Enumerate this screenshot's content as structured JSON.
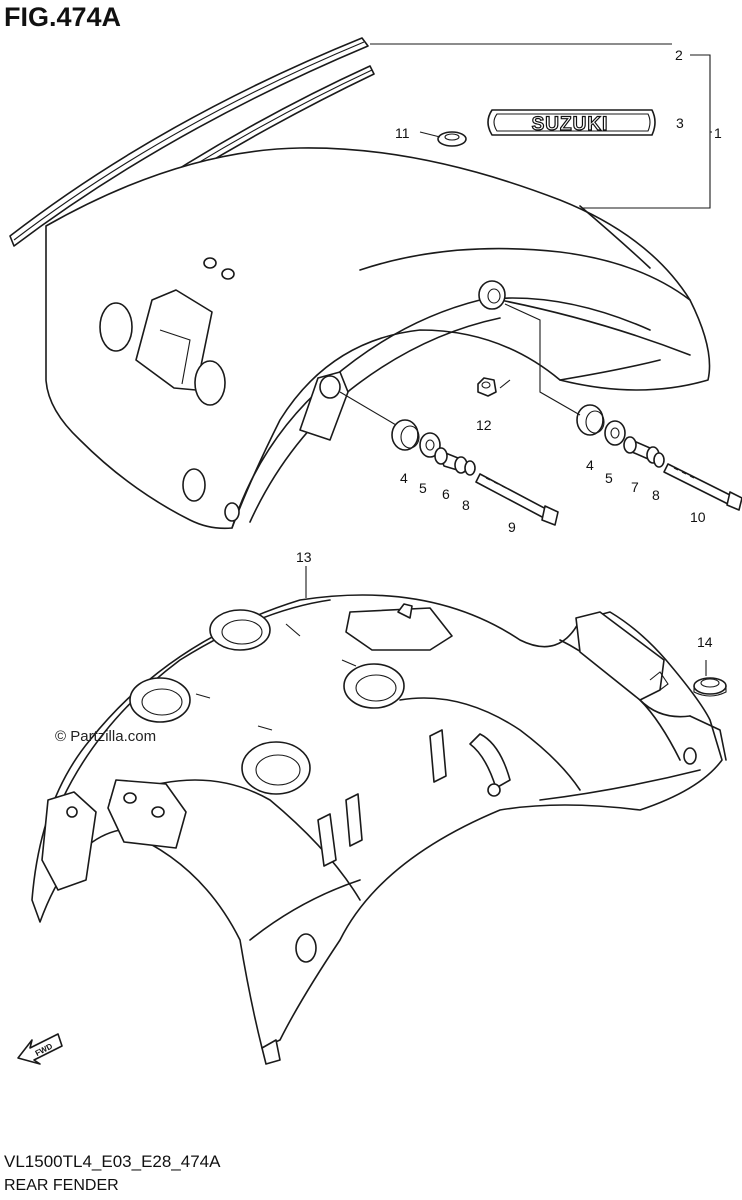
{
  "figure": {
    "title": "FIG.474A",
    "code": "VL1500TL4_E03_E28_474A",
    "name": "REAR FENDER",
    "watermark": "© Partzilla.com",
    "emblem_text": "SUZUKI",
    "fwd_text": "FWD"
  },
  "callouts": [
    {
      "id": "1",
      "label": "1"
    },
    {
      "id": "2",
      "label": "2"
    },
    {
      "id": "3",
      "label": "3"
    },
    {
      "id": "4a",
      "label": "4"
    },
    {
      "id": "4b",
      "label": "4"
    },
    {
      "id": "5a",
      "label": "5"
    },
    {
      "id": "5b",
      "label": "5"
    },
    {
      "id": "6",
      "label": "6"
    },
    {
      "id": "7",
      "label": "7"
    },
    {
      "id": "8a",
      "label": "8"
    },
    {
      "id": "8b",
      "label": "8"
    },
    {
      "id": "9",
      "label": "9"
    },
    {
      "id": "10",
      "label": "10"
    },
    {
      "id": "11",
      "label": "11"
    },
    {
      "id": "12",
      "label": "12"
    },
    {
      "id": "13",
      "label": "13"
    },
    {
      "id": "14",
      "label": "14"
    }
  ]
}
